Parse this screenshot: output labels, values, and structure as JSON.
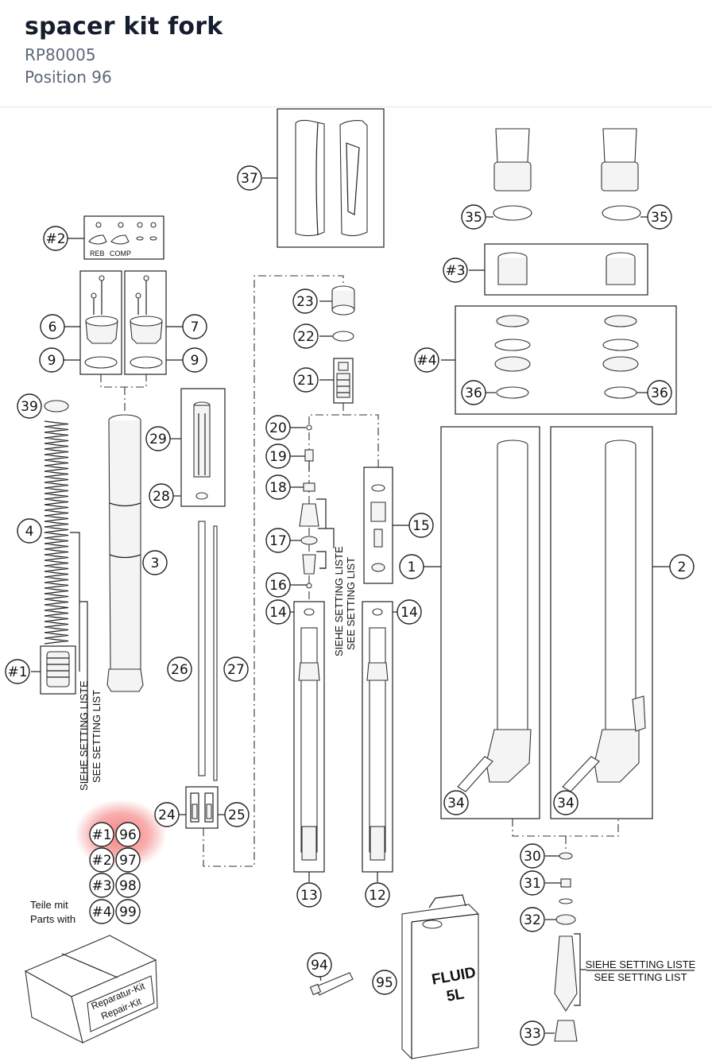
{
  "header": {
    "title": "spacer kit fork",
    "part_number": "RP80005",
    "position": "Position 96"
  },
  "highlight_color": "#f26b6b",
  "callouts": {
    "c1": "1",
    "c2": "2",
    "c3": "3",
    "c4": "4",
    "c6": "6",
    "c7": "7",
    "c9a": "9",
    "c9b": "9",
    "c12": "12",
    "c13": "13",
    "c14a": "14",
    "c14b": "14",
    "c15": "15",
    "c16": "16",
    "c17": "17",
    "c18": "18",
    "c19": "19",
    "c20": "20",
    "c21": "21",
    "c22": "22",
    "c23": "23",
    "c24": "24",
    "c25": "25",
    "c26": "26",
    "c27": "27",
    "c28": "28",
    "c29": "29",
    "c30": "30",
    "c31": "31",
    "c32": "32",
    "c33": "33",
    "c34a": "34",
    "c34b": "34",
    "c35a": "35",
    "c35b": "35",
    "c36a": "36",
    "c36b": "36",
    "c37": "37",
    "c39": "39",
    "c94": "94",
    "c95": "95",
    "k1": "#1",
    "k2": "#2",
    "k3": "#3",
    "k4": "#4",
    "k1b": "#1",
    "k2b": "#2",
    "k3b": "#3",
    "k4b": "#4",
    "k96": "96",
    "k97": "97",
    "k98": "98",
    "k99": "99"
  },
  "labels": {
    "reb": "REB",
    "comp": "COMP",
    "setting_de": "SIEHE SETTING LISTE",
    "setting_en": "SEE SETTING LIST",
    "parts_de": "Teile mit",
    "parts_en": "Parts with",
    "kit_de": "Reparatur-Kit",
    "kit_en": "Repair-Kit",
    "fluid": "FLUID",
    "fluid_vol": "5L"
  }
}
